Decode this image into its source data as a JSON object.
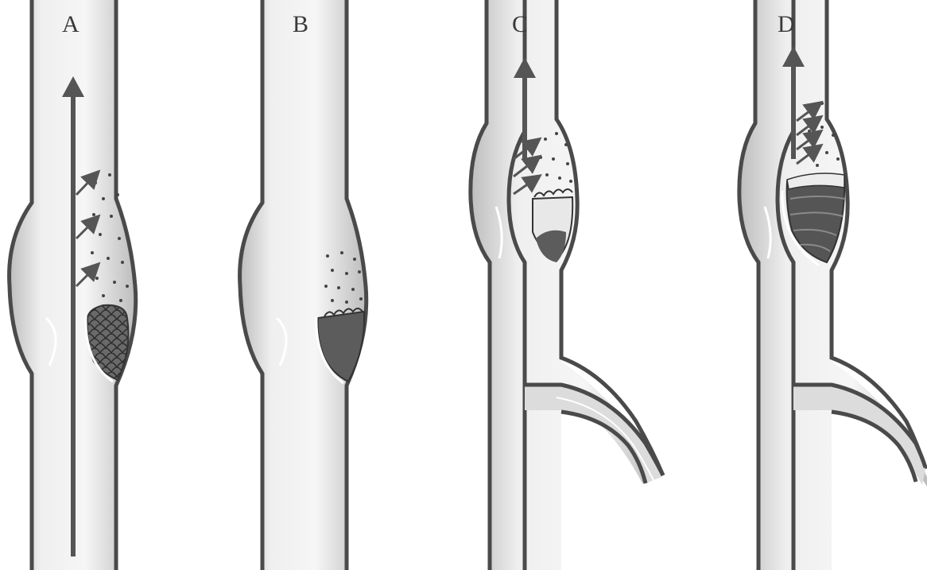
{
  "panels": [
    {
      "id": "A",
      "label": "A"
    },
    {
      "id": "B",
      "label": "B"
    },
    {
      "id": "C",
      "label": "C"
    },
    {
      "id": "D",
      "label": "D"
    }
  ],
  "colors": {
    "wall": "#4a4a4a",
    "lumen_light": "#f2f2f2",
    "lumen_shade": "#c9c9c9",
    "sinus": "#d6d6d6",
    "thrombus": "#5c5c5c",
    "arrow": "#555555",
    "dots": "#444444",
    "background": "#ffffff"
  }
}
